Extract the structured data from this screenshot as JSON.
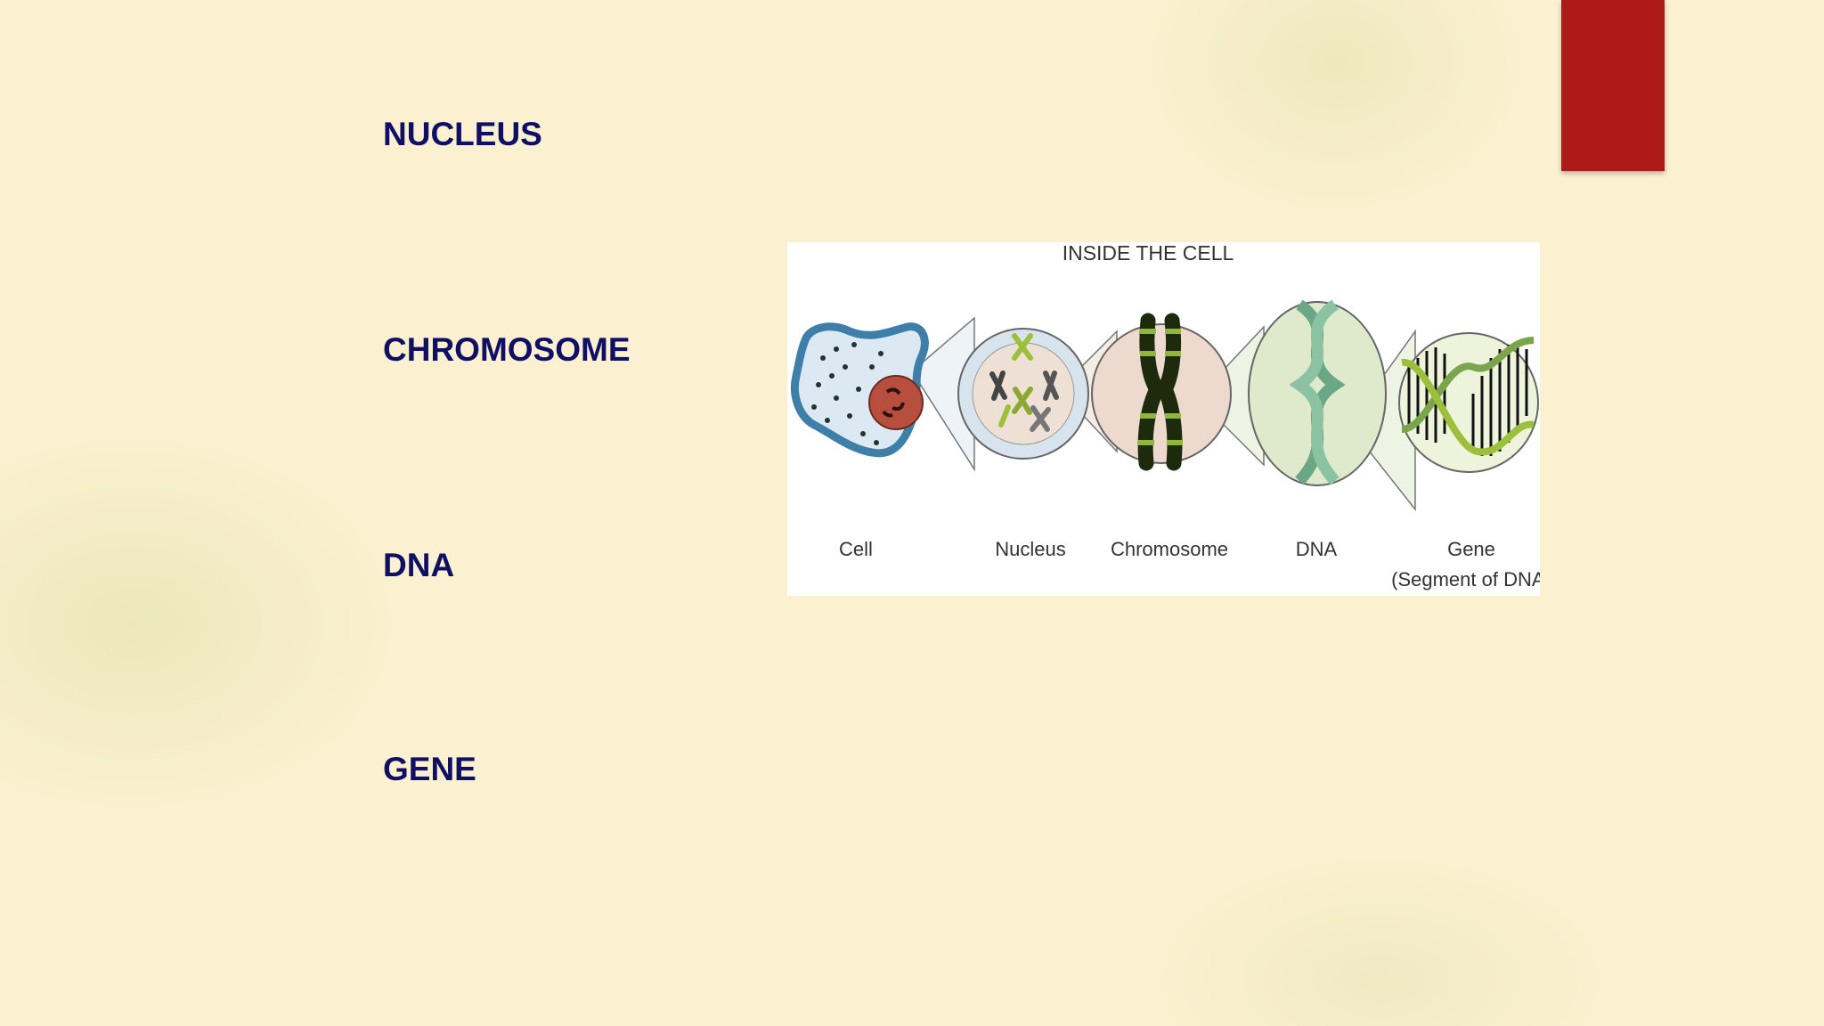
{
  "terms": {
    "nucleus": "NUCLEUS",
    "chromosome": "CHROMOSOME",
    "dna": "DNA",
    "gene": "GENE"
  },
  "diagram": {
    "title": "INSIDE THE CELL",
    "labels": {
      "cell": "Cell",
      "nucleus": "Nucleus",
      "chromosome": "Chromosome",
      "dna": "DNA",
      "gene_line1": "Gene",
      "gene_line2": "(Segment of DNA)"
    }
  },
  "colors": {
    "term_text": "#0f0f66",
    "accent_tab": "#ad1a17",
    "background": "#fbf0cf"
  }
}
